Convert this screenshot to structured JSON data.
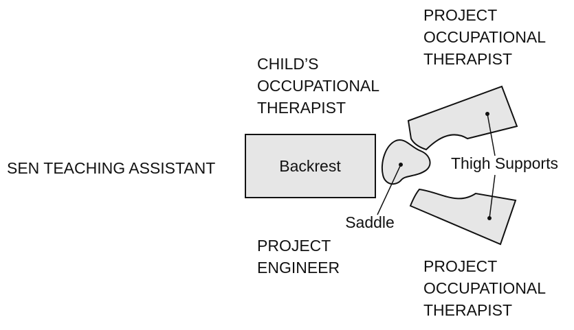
{
  "labels": {
    "childs_ot": [
      "CHILD’S",
      "OCCUPATIONAL",
      "THERAPIST"
    ],
    "project_ot_top": [
      "PROJECT",
      "OCCUPATIONAL",
      "THERAPIST"
    ],
    "project_ot_bottom": [
      "PROJECT",
      "OCCUPATIONAL",
      "THERAPIST"
    ],
    "project_engineer": [
      "PROJECT",
      "ENGINEER"
    ],
    "sen_teaching_assistant": "SEN TEACHING ASSISTANT"
  },
  "parts": {
    "backrest": "Backrest",
    "saddle": "Saddle",
    "thigh_supports": "Thigh Supports"
  },
  "colors": {
    "part_fill": "#e6e6e6",
    "stroke": "#111111"
  }
}
